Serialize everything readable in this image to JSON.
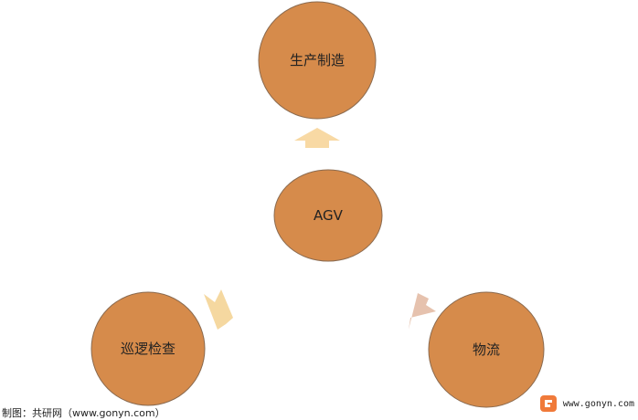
{
  "nodes": {
    "top": {
      "label": "生产制造"
    },
    "center": {
      "label": "AGV"
    },
    "left": {
      "label": "巡逻检查"
    },
    "right": {
      "label": "物流"
    }
  },
  "colors": {
    "node_fill": "#d68b4b",
    "node_stroke": "#8a6a4f",
    "arrow_up": "#f8d9a4",
    "arrow_left": "#f5d8a0",
    "arrow_right": "#e6c2ae",
    "logo_accent": "#f07a3a"
  },
  "footer": {
    "credit": "制图：共研网（www.gonyn.com）",
    "website": "www.gonyn.com"
  }
}
